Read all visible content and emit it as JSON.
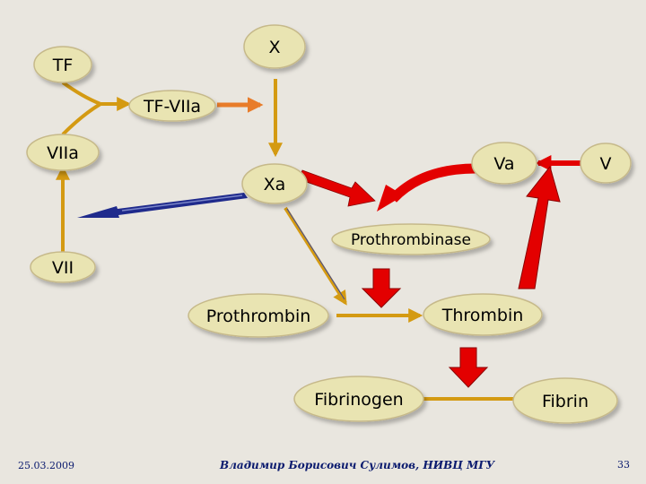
{
  "nodes": {
    "tf": "TF",
    "x": "X",
    "tf_viia": "TF-VIIa",
    "viia": "VIIa",
    "xa": "Xa",
    "va": "Va",
    "v": "V",
    "prothrombinase": "Prothrombinase",
    "vii": "VII",
    "prothrombin": "Prothrombin",
    "thrombin": "Thrombin",
    "fibrinogen": "Fibrinogen",
    "fibrin": "Fibrin"
  },
  "footer": {
    "date": "25.03.2009",
    "author": "Владимир Борисович Сулимов, НИВЦ МГУ",
    "page": "33"
  },
  "colors": {
    "node_fill": "#e9e4b2",
    "node_stroke": "#c6b98a",
    "gold_arrow": "#d49a12",
    "orange_arrow": "#e87c2a",
    "red_arrow": "#e30000",
    "blue_arrow": "#1f2a8c",
    "footer_text": "#0a1a6e"
  }
}
